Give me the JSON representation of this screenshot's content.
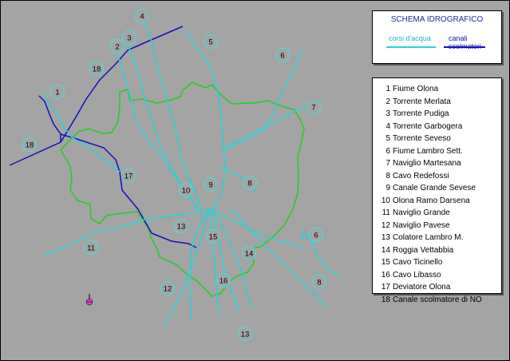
{
  "colors": {
    "background": "#a4a4a4",
    "streams": "#28d2dc",
    "canals": "#1010c0",
    "boundary": "#1ed21e",
    "marker": "#d040d0",
    "label_fill": "#a4a4a4",
    "label_stroke": "#40e0e0"
  },
  "legend": {
    "title": "SCHEMA IDROGRAFICO",
    "streams_label": "corsi d'acqua",
    "canals_label": "canali scolmatori"
  },
  "rivers": [
    {
      "num": "1",
      "name": "Fiume Olona"
    },
    {
      "num": "2",
      "name": "Torrente Merlata"
    },
    {
      "num": "3",
      "name": "Torrente Pudiga"
    },
    {
      "num": "4",
      "name": "Torrente Garbogera"
    },
    {
      "num": "5",
      "name": "Torrente Seveso"
    },
    {
      "num": "6",
      "name": "Fiume Lambro Sett."
    },
    {
      "num": "7",
      "name": "Naviglio Martesana"
    },
    {
      "num": "8",
      "name": "Cavo Redefossi"
    },
    {
      "num": "9",
      "name": "Canale Grande Sevese"
    },
    {
      "num": "10",
      "name": "Olona Ramo Darsena"
    },
    {
      "num": "11",
      "name": "Naviglio Grande"
    },
    {
      "num": "12",
      "name": "Naviglio Pavese"
    },
    {
      "num": "13",
      "name": "Colatore Lambro M."
    },
    {
      "num": "14",
      "name": "Roggia Vettabbia"
    },
    {
      "num": "15",
      "name": "Cavo Ticinello"
    },
    {
      "num": "16",
      "name": "Cavo Libasso"
    },
    {
      "num": "17",
      "name": "Deviatore Olona"
    },
    {
      "num": "18",
      "name": "Canale scolmatore di NO"
    }
  ],
  "map_labels": [
    "1",
    "2",
    "3",
    "4",
    "5",
    "6",
    "7",
    "8",
    "9",
    "10",
    "11",
    "12",
    "13",
    "14",
    "15",
    "16",
    "17",
    "18",
    "18",
    "6",
    "8",
    "13"
  ]
}
